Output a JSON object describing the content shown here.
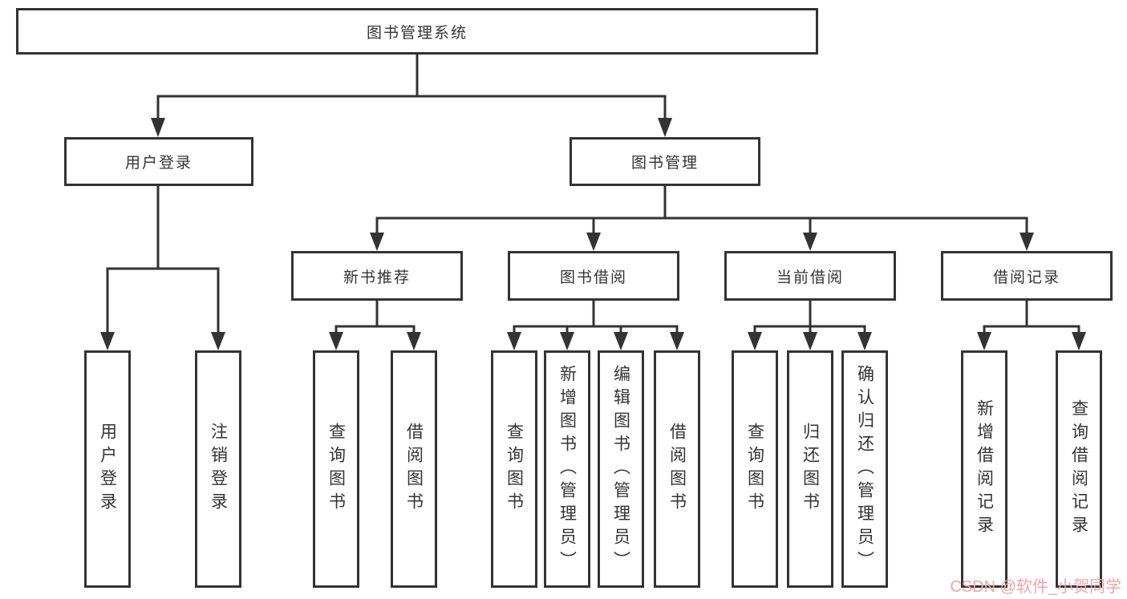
{
  "diagram": {
    "root": {
      "label": "图书管理系统"
    },
    "level2": [
      {
        "id": "user-login",
        "label": "用户登录"
      },
      {
        "id": "book-management",
        "label": "图书管理"
      }
    ],
    "level3": [
      {
        "id": "new-book-recommend",
        "label": "新书推荐"
      },
      {
        "id": "book-borrowing",
        "label": "图书借阅"
      },
      {
        "id": "current-borrowing",
        "label": "当前借阅"
      },
      {
        "id": "borrowing-records",
        "label": "借阅记录"
      }
    ],
    "leaves": {
      "user_login": [
        {
          "label": "用户登录"
        },
        {
          "label": "注销登录"
        }
      ],
      "new_book": [
        {
          "label": "查询图书"
        },
        {
          "label": "借阅图书"
        }
      ],
      "book_borrowing": [
        {
          "label": "查询图书"
        },
        {
          "label": "新增图书（管理员）"
        },
        {
          "label": "编辑图书（管理员）"
        },
        {
          "label": "借阅图书"
        }
      ],
      "current_borrowing": [
        {
          "label": "查询图书"
        },
        {
          "label": "归还图书"
        },
        {
          "label": "确认归还（管理员）"
        }
      ],
      "borrowing_records": [
        {
          "label": "新增借阅记录"
        },
        {
          "label": "查询借阅记录"
        }
      ]
    }
  },
  "watermark": {
    "text": "CSDN @软件_小贺同学",
    "color": "#f0a6a6"
  },
  "colors": {
    "line": "#333333",
    "text": "#333333",
    "background": "#ffffff"
  }
}
